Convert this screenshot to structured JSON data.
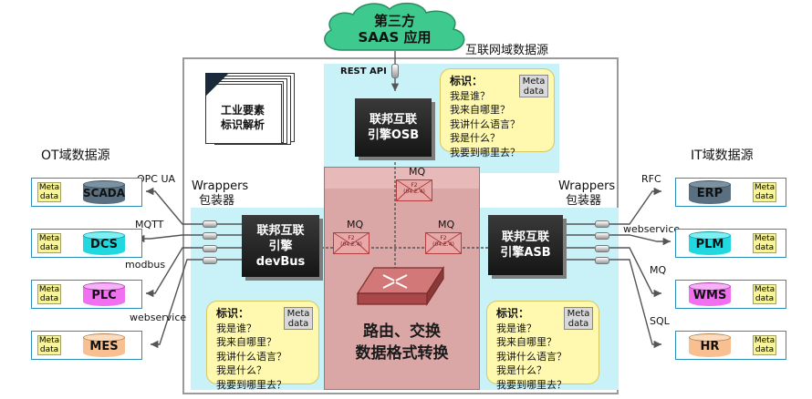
{
  "cloud": {
    "line1": "第三方",
    "line2": "SAAS 应用"
  },
  "internet_label": "互联网域数据源",
  "rest_api": "REST API",
  "doc": {
    "line1": "工业要素",
    "line2": "标识解析"
  },
  "engines": {
    "osb": {
      "line1": "联邦互联",
      "line2": "引擎OSB"
    },
    "devbus": {
      "line1": "联邦互联",
      "line2": "引擎",
      "line3": "devBus"
    },
    "asb": {
      "line1": "联邦互联",
      "line2": "引擎ASB"
    }
  },
  "mq": {
    "top": "MQ",
    "left": "MQ",
    "right": "MQ",
    "env_top": "F2",
    "env_bottom": "(04.E.4)"
  },
  "router_text": {
    "line1": "路由、交换",
    "line2": "数据格式转换"
  },
  "note": {
    "title": "标识：",
    "q1": "我是谁？",
    "q2": "我来自哪里？",
    "q3": "我讲什么语言？",
    "q4": "我是什么？",
    "q5": "我要到哪里去？",
    "meta1": "Meta",
    "meta2": "data"
  },
  "ot": {
    "title": "OT域数据源",
    "wrappers": "Wrappers",
    "wrappers_cn": "包装器",
    "sources": [
      {
        "name": "SCADA",
        "protocol": "OPC UA",
        "color": "#5a7080"
      },
      {
        "name": "DCS",
        "protocol": "MQTT",
        "color": "#22d8e0"
      },
      {
        "name": "PLC",
        "protocol": "modbus",
        "color": "#f070f0"
      },
      {
        "name": "MES",
        "protocol": "webservice",
        "color": "#f8c090"
      }
    ]
  },
  "it": {
    "title": "IT域数据源",
    "wrappers": "Wrappers",
    "wrappers_cn": "包装器",
    "sources": [
      {
        "name": "ERP",
        "protocol": "RFC",
        "color": "#5a7080"
      },
      {
        "name": "PLM",
        "protocol": "webservice",
        "color": "#22d8e0"
      },
      {
        "name": "WMS",
        "protocol": "MQ",
        "color": "#f070f0"
      },
      {
        "name": "HR",
        "protocol": "SQL",
        "color": "#f8c090"
      }
    ]
  },
  "colors": {
    "cyan_bg": "#c8f2f8",
    "red_bg": "#d9a8a8",
    "cloud": "#3ec98e",
    "engine": "#1e1e1e",
    "note": "#fff9b0"
  }
}
